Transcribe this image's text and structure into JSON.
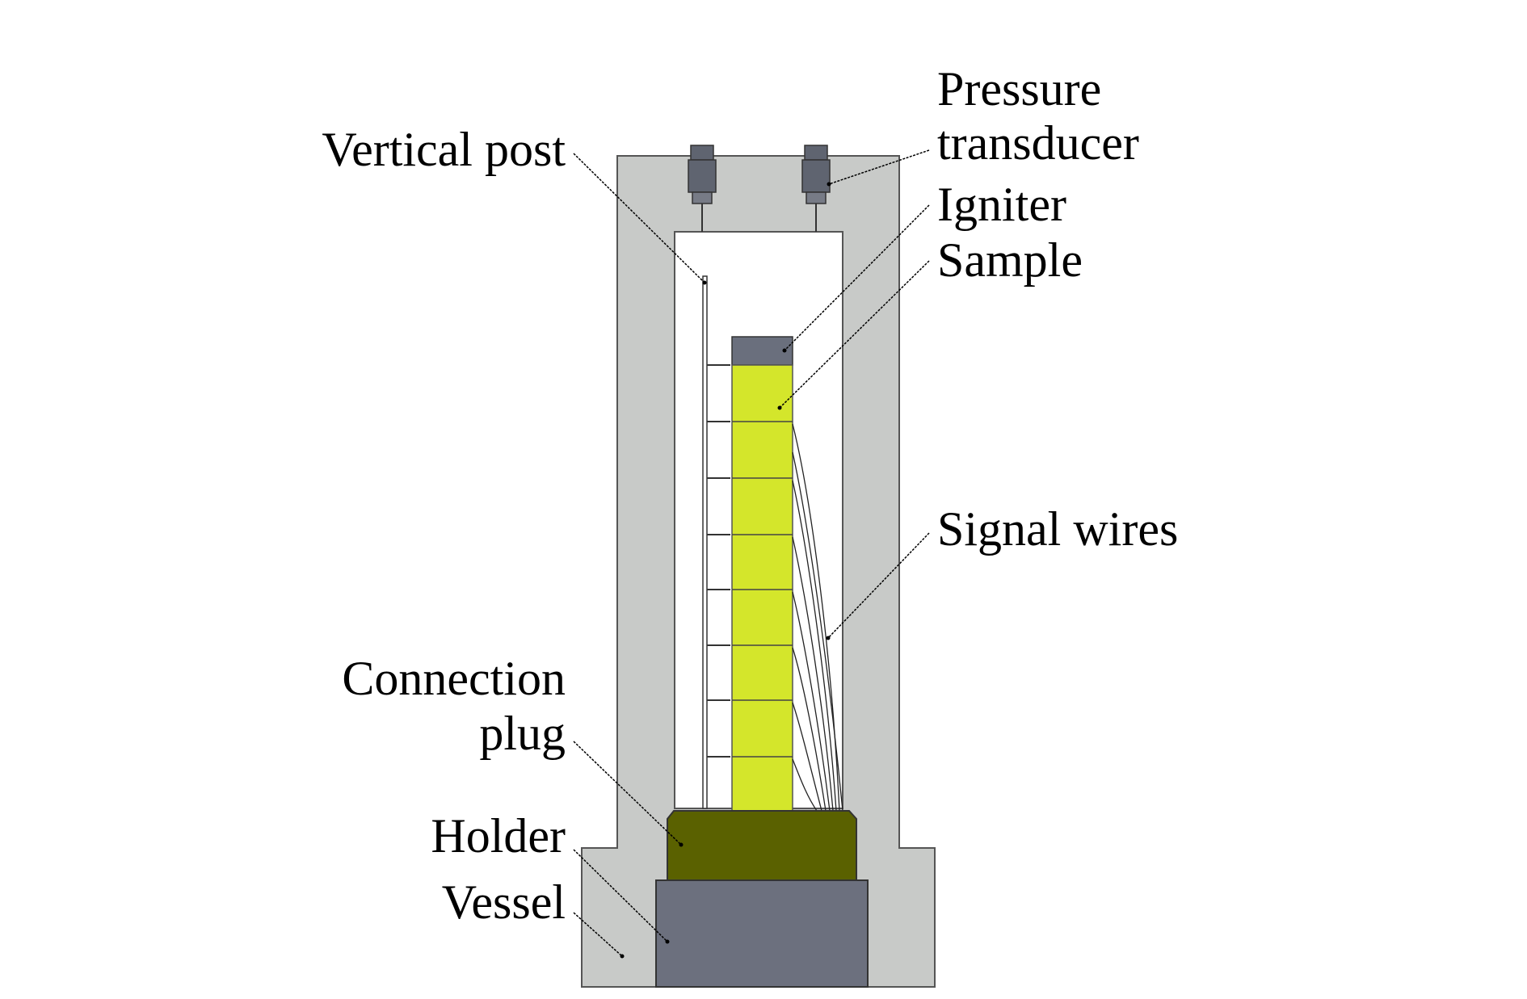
{
  "labels": {
    "vertical_post": "Vertical post",
    "pressure_transducer_line1": "Pressure",
    "pressure_transducer_line2": "transducer",
    "igniter": "Igniter",
    "sample": "Sample",
    "signal_wires": "Signal wires",
    "connection_plug_line1": "Connection",
    "connection_plug_line2": "plug",
    "holder": "Holder",
    "vessel": "Vessel"
  },
  "colors": {
    "vessel": "#c8cac8",
    "chamber": "#ffffff",
    "outline": "#555555",
    "igniter": "#6a6f7d",
    "sample": "#d4e62b",
    "holder": "#5a6100",
    "connection_plug": "#6c707e",
    "transducer": "#5f6470",
    "wire": "#222222"
  }
}
